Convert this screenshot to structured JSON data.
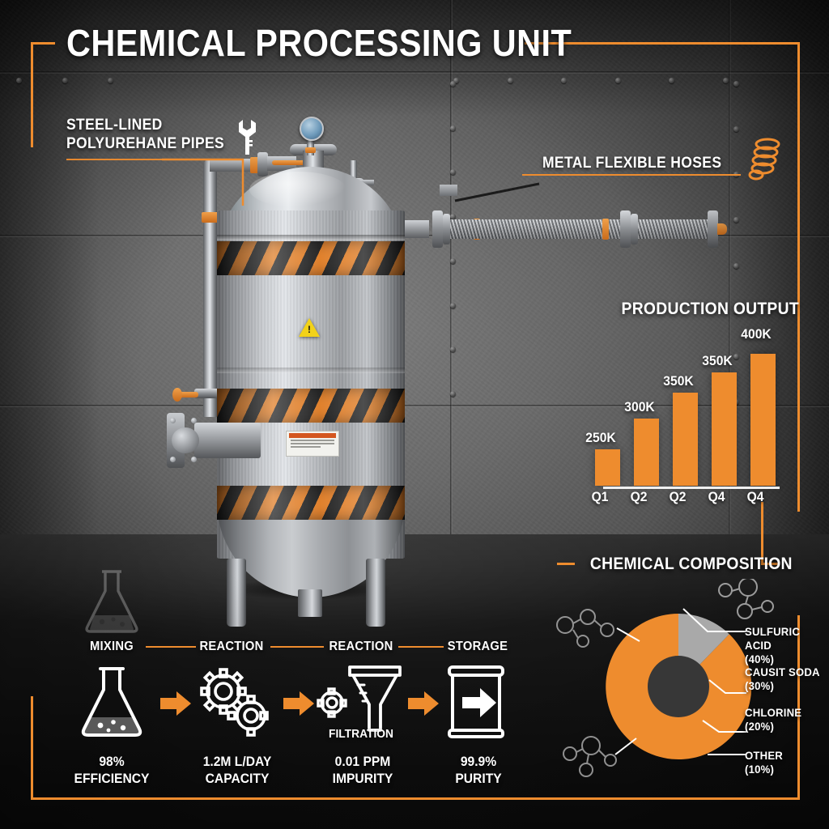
{
  "header": {
    "title": "CHEMICAL PROCESSING UNIT"
  },
  "callouts": {
    "left": {
      "line1": "STEEL-LINED",
      "line2": "POLYUREHANE PIPES",
      "icon": "wrench-icon"
    },
    "right": {
      "line1": "METAL FLEXIBLE HOSES",
      "icon": "coil-hose-icon"
    }
  },
  "equipment": {
    "vessel_name": "pressure-vessel",
    "warning_symbol": "!",
    "gauge": "pressure-gauge-icon"
  },
  "colors": {
    "accent_orange": "#ee8c2e",
    "hazard_orange": "#e07b22",
    "hazard_black": "#1d1d1d",
    "chart_gray": "#a9a9a9",
    "text_white": "#ffffff",
    "wall_gray": "#6a6a6a"
  },
  "chart_data": [
    {
      "type": "bar",
      "title": "PRODUCTION OUTPUT",
      "categories": [
        "Q1",
        "Q2",
        "Q2",
        "Q4",
        "Q4"
      ],
      "values": [
        250,
        300,
        350,
        350,
        400
      ],
      "value_labels": [
        "250K",
        "300K",
        "350K",
        "350K",
        "400K"
      ],
      "xlabel": "",
      "ylabel": "",
      "ylim": [
        0,
        440
      ],
      "grid": false,
      "legend": "none",
      "bar_color": "#ee8c2e"
    },
    {
      "type": "pie",
      "title": "CHEMICAL COMPOSITION",
      "donut": true,
      "labels": [
        "SULFURIC ACID",
        "CAUSIT SODA",
        "CHLORINE",
        "OTHER"
      ],
      "values": [
        40,
        30,
        20,
        10
      ],
      "value_labels": [
        "(40%)",
        "(30%)",
        "(20%)",
        "(10%)"
      ],
      "slice_colors": [
        "#a9a9a9",
        "#ee8c2e",
        "#ee8c2e",
        "#ee8c2e"
      ],
      "legend": "right-callout-lines"
    }
  ],
  "flow": {
    "steps": [
      {
        "label": "MIXING",
        "icon": "flask-icon",
        "stat_value": "98%",
        "stat_unit": "EFFICIENCY",
        "caption": ""
      },
      {
        "label": "REACTION",
        "icon": "gears-icon",
        "stat_value": "1.2M L/DAY",
        "stat_unit": "CAPACITY",
        "caption": ""
      },
      {
        "label": "REACTION",
        "icon": "funnel-icon",
        "stat_value": "0.01 PPM",
        "stat_unit": "IMPURITY",
        "caption": "FILTRATION"
      },
      {
        "label": "STORAGE",
        "icon": "barrel-icon",
        "stat_value": "99.9%",
        "stat_unit": "PURITY",
        "caption": ""
      }
    ],
    "arrow_icon": "chevron-arrow-icon"
  }
}
